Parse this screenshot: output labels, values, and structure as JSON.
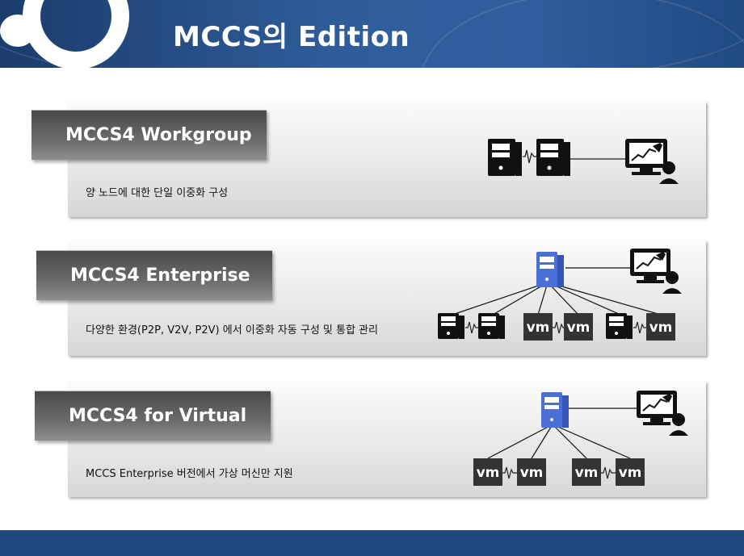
{
  "title": "MCCS의 Edition",
  "editions": [
    {
      "name": "MCCS4 Workgroup",
      "description": "양 노드에 대한 단일 이중화 구성"
    },
    {
      "name": "MCCS4 Enterprise",
      "description": "다양한 환경(P2P, V2V, P2V) 에서 이중화 자동 구성 및 통합 관리"
    },
    {
      "name": "MCCS4 for Virtual",
      "description": "MCCS Enterprise 버전에서 가상 머신만 지원"
    }
  ],
  "vm_label": "vm",
  "colors": {
    "header": "#2f5d9a",
    "footer": "#1e4a80",
    "primary_server": "#4a6fd8"
  }
}
